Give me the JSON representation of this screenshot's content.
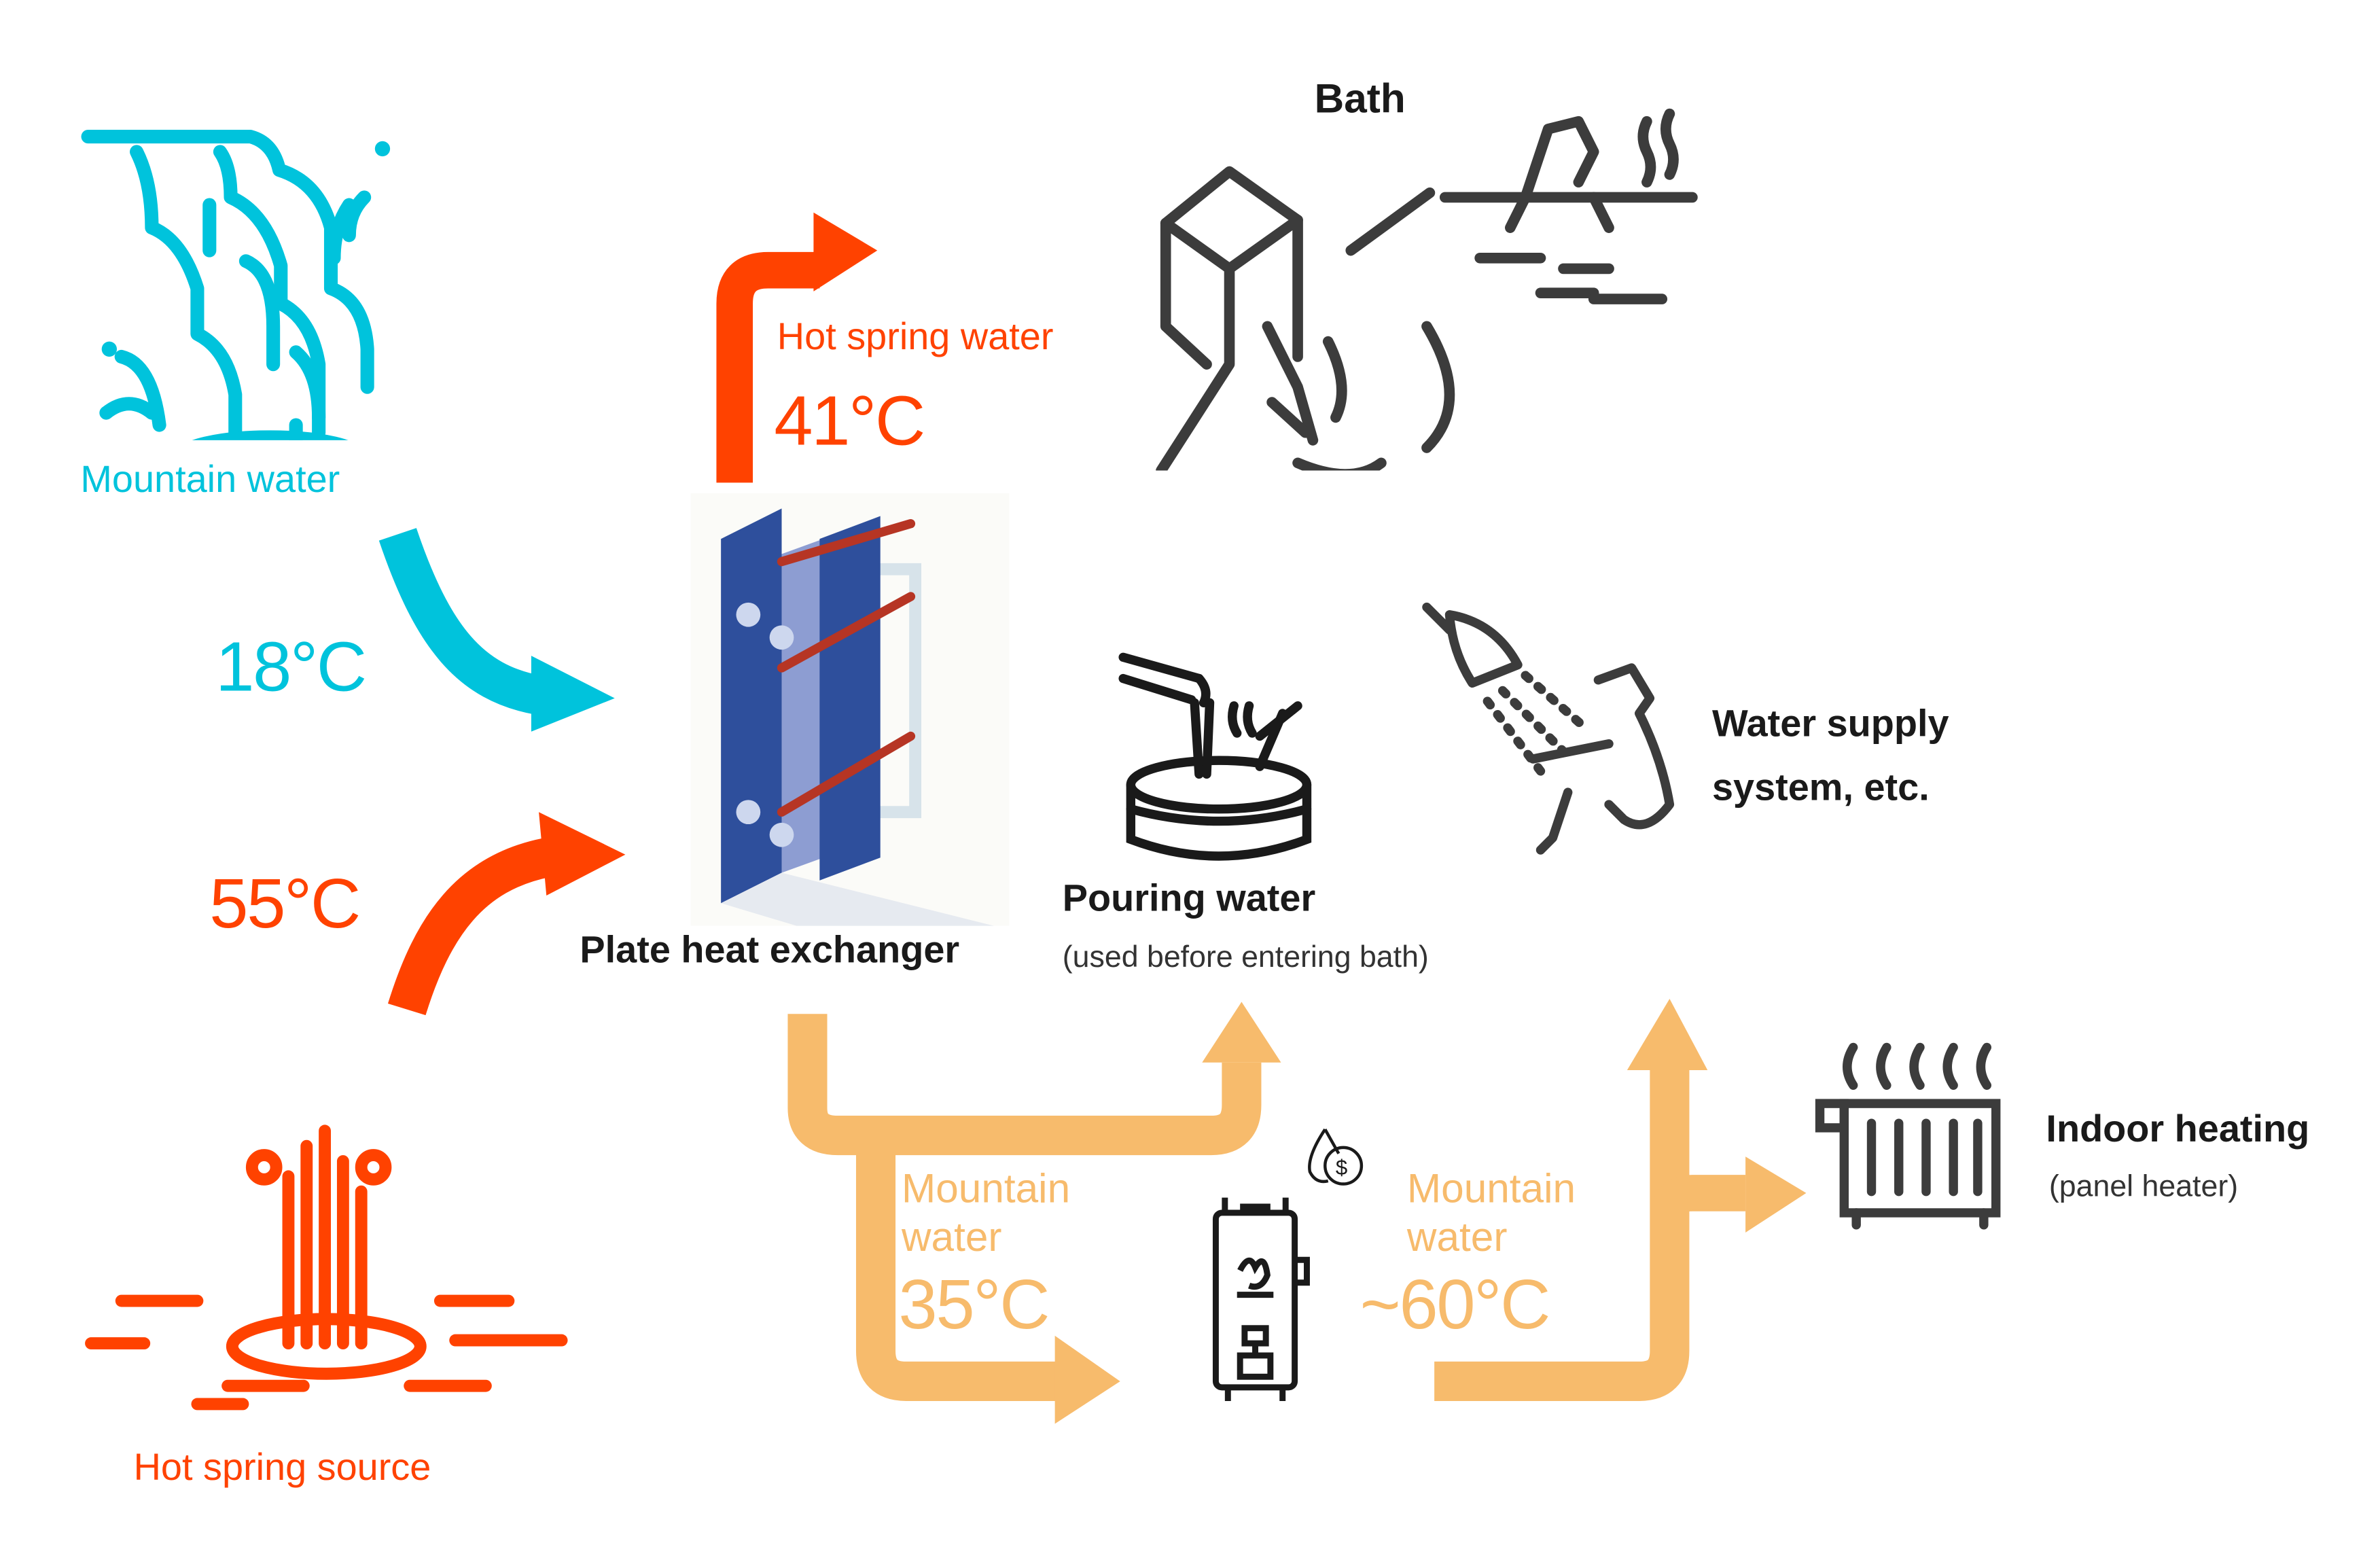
{
  "colors": {
    "mountain_water": "#00c3dc",
    "hot_spring": "#ff4200",
    "mountain_water_heated": "#f7bb6c",
    "icon_stroke": "#3c3c3c",
    "exchanger_blue": "#2e4f9c",
    "pipe_red": "#b63524"
  },
  "sources": {
    "mountain_water": {
      "label": "Mountain water",
      "temperature": "18°C",
      "icon": "waterfall-icon"
    },
    "hot_spring": {
      "label": "Hot spring source",
      "temperature": "55°C",
      "icon": "geyser-icon"
    }
  },
  "exchanger": {
    "label": "Plate heat exchanger",
    "icon": "plate-heat-exchanger-image"
  },
  "hot_spring_output": {
    "label": "Hot spring water",
    "temperature": "41°C"
  },
  "destinations": {
    "bath": {
      "label": "Bath",
      "icon": "bath-icon"
    },
    "pouring": {
      "label": "Pouring water",
      "sublabel": "(used before entering bath)",
      "icon": "pouring-bucket-icon"
    },
    "water_supply": {
      "label_line1": "Water supply",
      "label_line2": "system, etc.",
      "icon": "shower-icon"
    },
    "heating": {
      "label": "Indoor heating",
      "sublabel": "(panel heater)",
      "icon": "radiator-icon"
    }
  },
  "mountain_flow_1": {
    "label_line1": "Mountain",
    "label_line2": "water",
    "temperature": "35°C"
  },
  "mountain_flow_2": {
    "label_line1": "Mountain",
    "label_line2": "water",
    "temperature": "~60°C"
  },
  "boiler": {
    "icon": "water-heater-icon",
    "cost_icon": "water-cost-icon"
  }
}
